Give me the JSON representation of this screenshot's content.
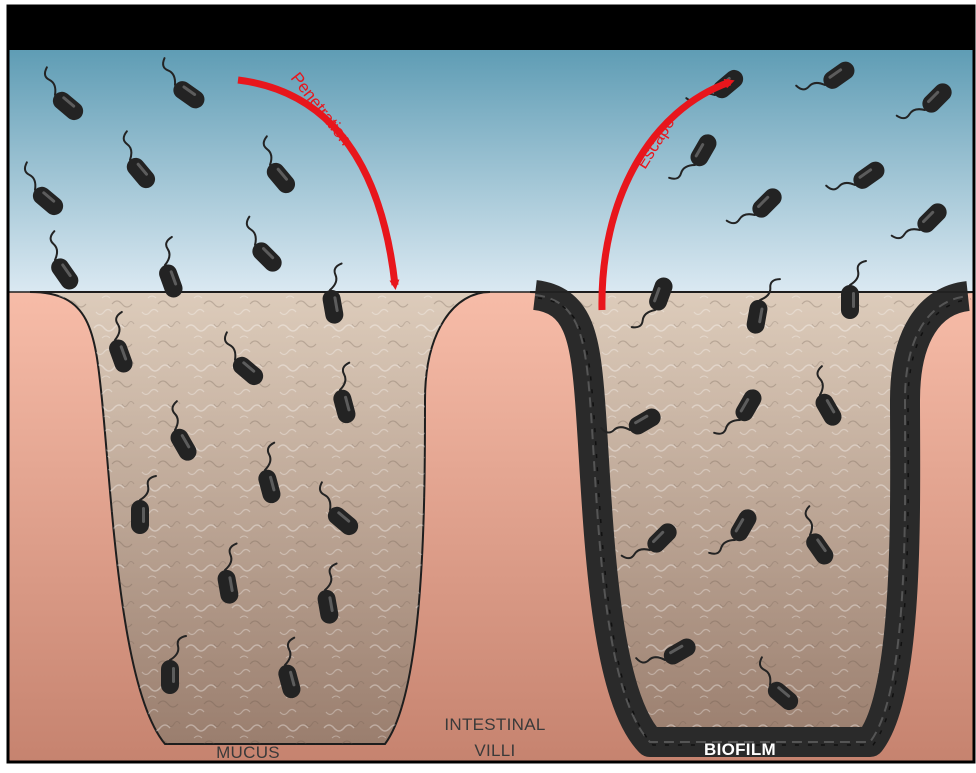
{
  "labels": {
    "penetration": "Penetration",
    "escape": "Escape",
    "mucus": "MUCUS",
    "intestinal_line1": "INTESTINAL",
    "intestinal_line2": "VILLI",
    "biofilm": "BIOFILM"
  },
  "colors": {
    "lumen_top": "#5e9cb4",
    "lumen_bottom": "#d9e9f2",
    "tissue_top": "#f6b9a6",
    "tissue_bottom": "#c98672",
    "mucus_top": "#d9c8b6",
    "mucus_bottom": "#9c8070",
    "bacterium": "#232323",
    "arrow": "#e8161c"
  }
}
